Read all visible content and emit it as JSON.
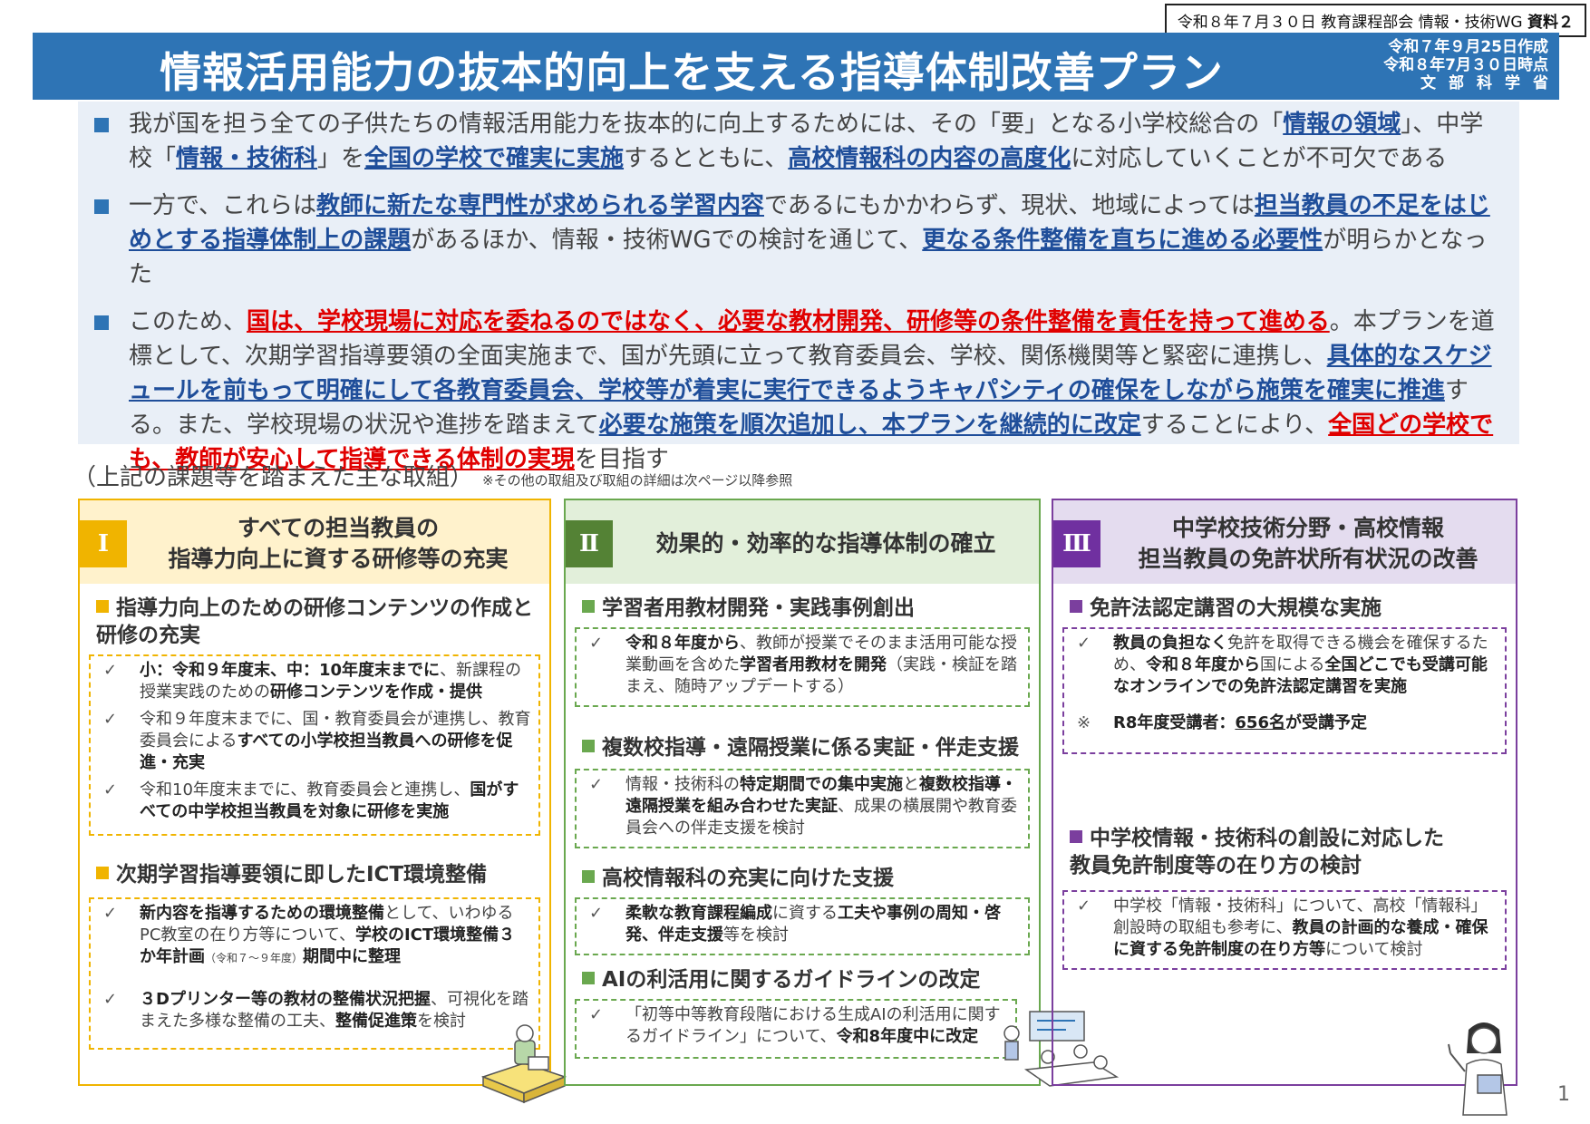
{
  "doc_label": {
    "prefix": "令和８年７月３０日 教育課程部会 情報・技術WG ",
    "bold": "資料２"
  },
  "title": "情報活用能力の抜本的向上を支える指導体制改善プラン",
  "dates": {
    "line1": "令和７年９月25日作成",
    "line2": "令和８年7月３０日時点",
    "line3": "文部科学省"
  },
  "summary": [
    [
      {
        "t": "我が国を担う全ての子供たちの情報活用能力を抜本的に向上するためには、その「要」となる小学校総合の「"
      },
      {
        "t": "情報の領域",
        "s": "b"
      },
      {
        "t": "」、中学校「"
      },
      {
        "t": "情報・技術科",
        "s": "b"
      },
      {
        "t": "」を"
      },
      {
        "t": "全国の学校で確実に実施",
        "s": "b"
      },
      {
        "t": "するとともに、"
      },
      {
        "t": "高校情報科の内容の高度化",
        "s": "b"
      },
      {
        "t": "に対応していくことが不可欠である"
      }
    ],
    [
      {
        "t": "一方で、これらは"
      },
      {
        "t": "教師に新たな専門性が求められる学習内容",
        "s": "b"
      },
      {
        "t": "であるにもかかわらず、現状、地域によっては"
      },
      {
        "t": "担当教員の不足をはじめとする指導体制上の課題",
        "s": "b"
      },
      {
        "t": "があるほか、情報・技術WGでの検討を通じて、"
      },
      {
        "t": "更なる条件整備を直ちに進める必要性",
        "s": "b"
      },
      {
        "t": "が明らかとなった"
      }
    ],
    [
      {
        "t": "このため、"
      },
      {
        "t": "国は、学校現場に対応を委ねるのではなく、必要な教材開発、研修等の条件整備を責任を持って進める",
        "s": "r"
      },
      {
        "t": "。本プランを道標として、次期学習指導要領の全面実施まで、国が先頭に立って教育委員会、学校、関係機関等と緊密に連携し、"
      },
      {
        "t": "具体的なスケジュールを前もって明確にして各教育委員会、学校等が着実に実行できるようキャパシティの確保をしながら施策を確実に推進",
        "s": "b"
      },
      {
        "t": "する。また、学校現場の状況や進捗を踏まえて"
      },
      {
        "t": "必要な施策を順次追加し、本プランを継続的に改定",
        "s": "b"
      },
      {
        "t": "することにより、"
      },
      {
        "t": "全国どの学校でも、教師が安心して指導できる体制の実現",
        "s": "r"
      },
      {
        "t": "を目指す"
      }
    ]
  ],
  "section": {
    "heading": "（上記の課題等を踏まえた主な取組）",
    "note": "※その他の取組及び取組の詳細は次ページ以降参照"
  },
  "columns": [
    {
      "numeral": "Ⅰ",
      "title": "すべての担当教員の\n指導力向上に資する研修等の充実",
      "subs": [
        {
          "heading": "指導力向上のための研修コンテンツの作成と\n研修の充実",
          "items": [
            {
              "mark": "✓",
              "parts": [
                {
                  "t": "小：令和９年度末、中：10年度末までに",
                  "s": "b"
                },
                {
                  "t": "、新課程の授業実践のための"
                },
                {
                  "t": "研修コンテンツを作成・提供",
                  "s": "b"
                }
              ]
            },
            {
              "mark": "✓",
              "parts": [
                {
                  "t": "令和９年度末までに、国・教育委員会が連携し、教育委員会による"
                },
                {
                  "t": "すべての小学校担当教員への研修を促進・充実",
                  "s": "b"
                }
              ]
            },
            {
              "mark": "✓",
              "parts": [
                {
                  "t": "令和10年度末までに、教育委員会と連携し、"
                },
                {
                  "t": "国がすべての中学校担当教員を対象に研修を実施",
                  "s": "b"
                }
              ]
            }
          ]
        },
        {
          "heading": "次期学習指導要領に即したICT環境整備",
          "items": [
            {
              "mark": "✓",
              "parts": [
                {
                  "t": "新内容を指導するための環境整備",
                  "s": "b"
                },
                {
                  "t": "として、いわゆるPC教室の在り方等について、"
                },
                {
                  "t": "学校のICT環境整備３か年計画",
                  "s": "b"
                },
                {
                  "t": "（令和７～９年度）",
                  "s": "small"
                },
                {
                  "t": "期間中に整理",
                  "s": "b"
                }
              ]
            },
            {
              "mark": "✓",
              "parts": [
                {
                  "t": "３Dプリンター等の教材の整備状況把握",
                  "s": "b"
                },
                {
                  "t": "、可視化を踏まえた多様な整備の工夫、"
                },
                {
                  "t": "整備促進策",
                  "s": "b"
                },
                {
                  "t": "を検討"
                }
              ]
            }
          ]
        }
      ]
    },
    {
      "numeral": "Ⅱ",
      "title": "効果的・効率的な指導体制の確立",
      "subs": [
        {
          "heading": "学習者用教材開発・実践事例創出",
          "items": [
            {
              "mark": "✓",
              "parts": [
                {
                  "t": "令和８年度から",
                  "s": "b"
                },
                {
                  "t": "、教師が授業でそのまま活用可能な授業動画を含めた"
                },
                {
                  "t": "学習者用教材を開発",
                  "s": "b"
                },
                {
                  "t": "（実践・検証を踏まえ、随時アップデートする）"
                }
              ]
            }
          ]
        },
        {
          "heading": "複数校指導・遠隔授業に係る実証・伴走支援",
          "items": [
            {
              "mark": "✓",
              "parts": [
                {
                  "t": "情報・技術科の"
                },
                {
                  "t": "特定期間での集中実施",
                  "s": "b"
                },
                {
                  "t": "と"
                },
                {
                  "t": "複数校指導・遠隔授業を組み合わせた実証",
                  "s": "b"
                },
                {
                  "t": "、成果の横展開や教育委員会への伴走支援を検討"
                }
              ]
            }
          ]
        },
        {
          "heading": "高校情報科の充実に向けた支援",
          "items": [
            {
              "mark": "✓",
              "parts": [
                {
                  "t": "柔軟な教育課程編成",
                  "s": "b"
                },
                {
                  "t": "に資する"
                },
                {
                  "t": "工夫や事例の周知・啓発、伴走支援",
                  "s": "b"
                },
                {
                  "t": "等を検討"
                }
              ]
            }
          ]
        },
        {
          "heading": "AIの利活用に関するガイドラインの改定",
          "items": [
            {
              "mark": "✓",
              "parts": [
                {
                  "t": "「初等中等教育段階における生成AIの利活用に関するガイドライン」について、"
                },
                {
                  "t": "令和8年度中に改定",
                  "s": "b"
                }
              ]
            }
          ]
        }
      ]
    },
    {
      "numeral": "Ⅲ",
      "title": "中学校技術分野・高校情報\n担当教員の免許状所有状況の改善",
      "subs": [
        {
          "heading": "免許法認定講習の大規模な実施",
          "items": [
            {
              "mark": "✓",
              "parts": [
                {
                  "t": "教員の負担なく",
                  "s": "b"
                },
                {
                  "t": "免許を取得できる機会を確保するため、"
                },
                {
                  "t": "令和８年度から",
                  "s": "b"
                },
                {
                  "t": "国による"
                },
                {
                  "t": "全国どこでも受講可能なオンラインでの免許法認定講習を実施",
                  "s": "b"
                }
              ]
            },
            {
              "mark": "※",
              "parts": [
                {
                  "t": "R8年度受講者：",
                  "s": "b"
                },
                {
                  "t": "656名",
                  "s": "bu"
                },
                {
                  "t": "が受講予定",
                  "s": "b"
                }
              ]
            }
          ]
        },
        {
          "heading": "中学校情報・技術科の創設に対応した\n教員免許制度等の在り方の検討",
          "items": [
            {
              "mark": "✓",
              "parts": [
                {
                  "t": "中学校「情報・技術科」について、高校「情報科」創設時の取組も参考に、"
                },
                {
                  "t": "教員の計画的な養成・確保に資する免許制度の在り方等",
                  "s": "b"
                },
                {
                  "t": "について検討"
                }
              ]
            }
          ]
        }
      ]
    }
  ],
  "page_number": "1",
  "icons": [
    "teacher-on-laptop-illustration",
    "classroom-illustration",
    "teacher-pointing-illustration"
  ],
  "colors": {
    "title_bar": "#2e74b5",
    "col1": "#f0b400",
    "col2": "#6aa84f",
    "col3": "#7b3f9e",
    "highlight_blue": "#1f4e9a",
    "highlight_red": "#e00000"
  }
}
